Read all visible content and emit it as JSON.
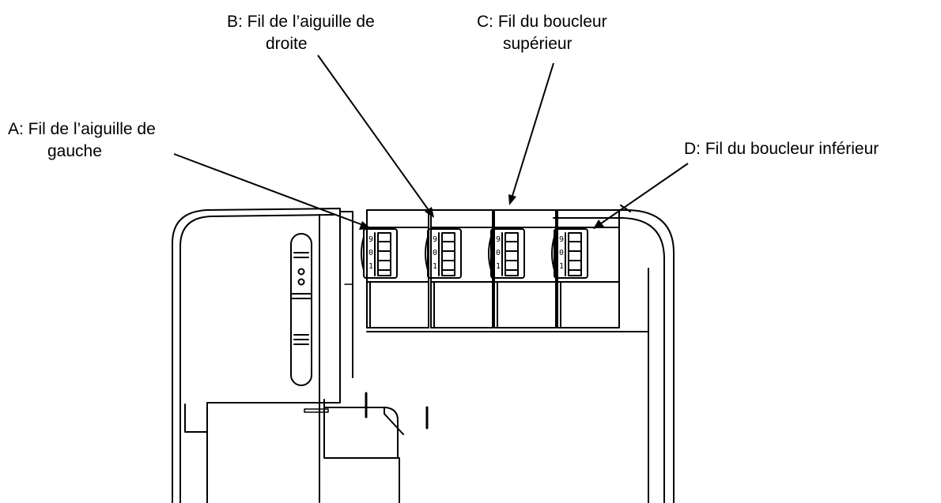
{
  "callouts": {
    "a": {
      "line1": "A: Fil de l’aiguille de",
      "line2": "gauche"
    },
    "b": {
      "line1": "B: Fil de l’aiguille de",
      "line2": "droite"
    },
    "c": {
      "line1": "C: Fil du boucleur",
      "line2": "supérieur"
    },
    "d": {
      "line1": "D: Fil du boucleur inférieur"
    }
  },
  "dial_marks": [
    "9",
    "0",
    "1"
  ],
  "colors": {
    "line": "#000000",
    "background": "#ffffff"
  }
}
